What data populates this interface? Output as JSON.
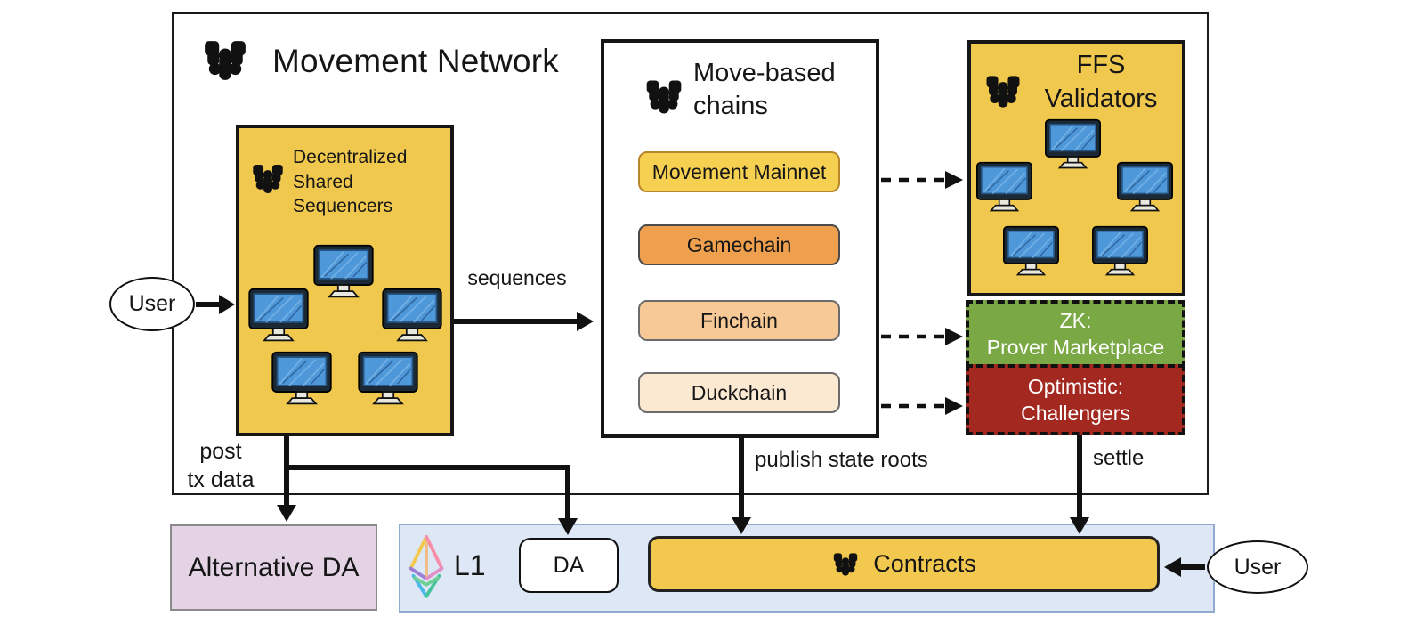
{
  "title": "Movement Network",
  "sequencers": {
    "label": "Decentralized Shared Sequencers"
  },
  "move_chains": {
    "title": "Move-based chains",
    "items": [
      {
        "label": "Movement Mainnet",
        "fill": "#F6D050",
        "border": "#B8862B",
        "style": "background:#F6D050;border-color:#B8862B"
      },
      {
        "label": "Gamechain",
        "fill": "#EFA04E",
        "border": "#4A4A4A",
        "style": "background:#EFA04E;border-color:#4A4A4A"
      },
      {
        "label": "Finchain",
        "fill": "#F7C997",
        "border": "#6B6B6B",
        "style": "background:#F7C997;border-color:#6B6B6B"
      },
      {
        "label": "Duckchain",
        "fill": "#FBE9D2",
        "border": "#6B6B6B",
        "style": "background:#FBE9D2;border-color:#6B6B6B"
      }
    ]
  },
  "ffs": {
    "title": "FFS Validators"
  },
  "zk": {
    "line1": "ZK:",
    "line2": "Prover Marketplace",
    "color": "#79A844"
  },
  "optimistic": {
    "line1": "Optimistic:",
    "line2": "Challengers",
    "color": "#A22820"
  },
  "alt_da": {
    "label": "Alternative DA",
    "color": "#E3D3E5"
  },
  "l1": {
    "label": "L1",
    "da_label": "DA",
    "contracts_label": "Contracts",
    "color": "#DDE7F5"
  },
  "users": {
    "left": "User",
    "right": "User"
  },
  "edges": {
    "sequences": "sequences",
    "post_line1": "post",
    "post_line2": "tx data",
    "publish": "publish state roots",
    "settle": "settle"
  },
  "icons": {
    "movement_logo": "movement-logo-icon",
    "computer": "computer-monitor-icon",
    "ethereum": "ethereum-logo-icon"
  },
  "colors": {
    "box_yellow": "#F0C84E",
    "contracts_yellow": "#F2C84E",
    "zk_green": "#79A844",
    "optimistic_red": "#A22820",
    "alt_da_purple": "#E3D3E5",
    "l1_blue": "#DDE7F5",
    "outline": "#161616"
  }
}
